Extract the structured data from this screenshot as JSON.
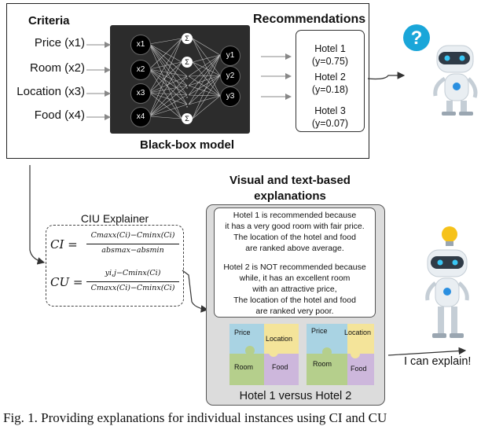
{
  "criteria": {
    "title": "Criteria",
    "items": [
      "Price (x1)",
      "Room (x2)",
      "Location (x3)",
      "Food (x4)"
    ]
  },
  "network": {
    "inputs": [
      "x1",
      "x2",
      "x3",
      "x4"
    ],
    "hidden_symbol": "Σ",
    "hidden_dots": "·",
    "outputs": [
      "y1",
      "y2",
      "y3"
    ]
  },
  "recommendations": {
    "title": "Recommendations",
    "hotels": [
      {
        "name": "Hotel 1",
        "score": "(y=0.75)"
      },
      {
        "name": "Hotel 2",
        "score": "(y=0.18)"
      },
      {
        "name": "Hotel 3",
        "score": "(y=0.07)"
      }
    ]
  },
  "blackbox_label": "Black-box model",
  "question_mark": "?",
  "ciu": {
    "title": "CIU Explainer",
    "ci_lhs": "CI =",
    "ci_num": "Cmaxx(Ci)−Cminx(Ci)",
    "ci_den": "absmax−absmin",
    "cu_lhs": "CU =",
    "cu_num": "yi,j−Cminx(Ci)",
    "cu_den": "Cmaxx(Ci)−Cminx(Ci)"
  },
  "visual": {
    "title_line1": "Visual and text-based",
    "title_line2": "explanations",
    "text_lines": [
      "Hotel 1 is recommended because",
      "it has a very good room with fair price.",
      "The location of the hotel and food",
      "are ranked above average.",
      "Hotel 2 is NOT recommended because",
      "while, it has an excellent room",
      "with an attractive price,",
      "The location of the hotel and food",
      "are ranked very poor."
    ],
    "puzzle_labels": {
      "price": "Price",
      "location": "Location",
      "room": "Room",
      "food": "Food"
    },
    "caption": "Hotel 1 versus Hotel 2"
  },
  "robot_caption": "I can explain!",
  "figure_caption": "Fig. 1. Providing explanations for individual instances using CI and CU"
}
